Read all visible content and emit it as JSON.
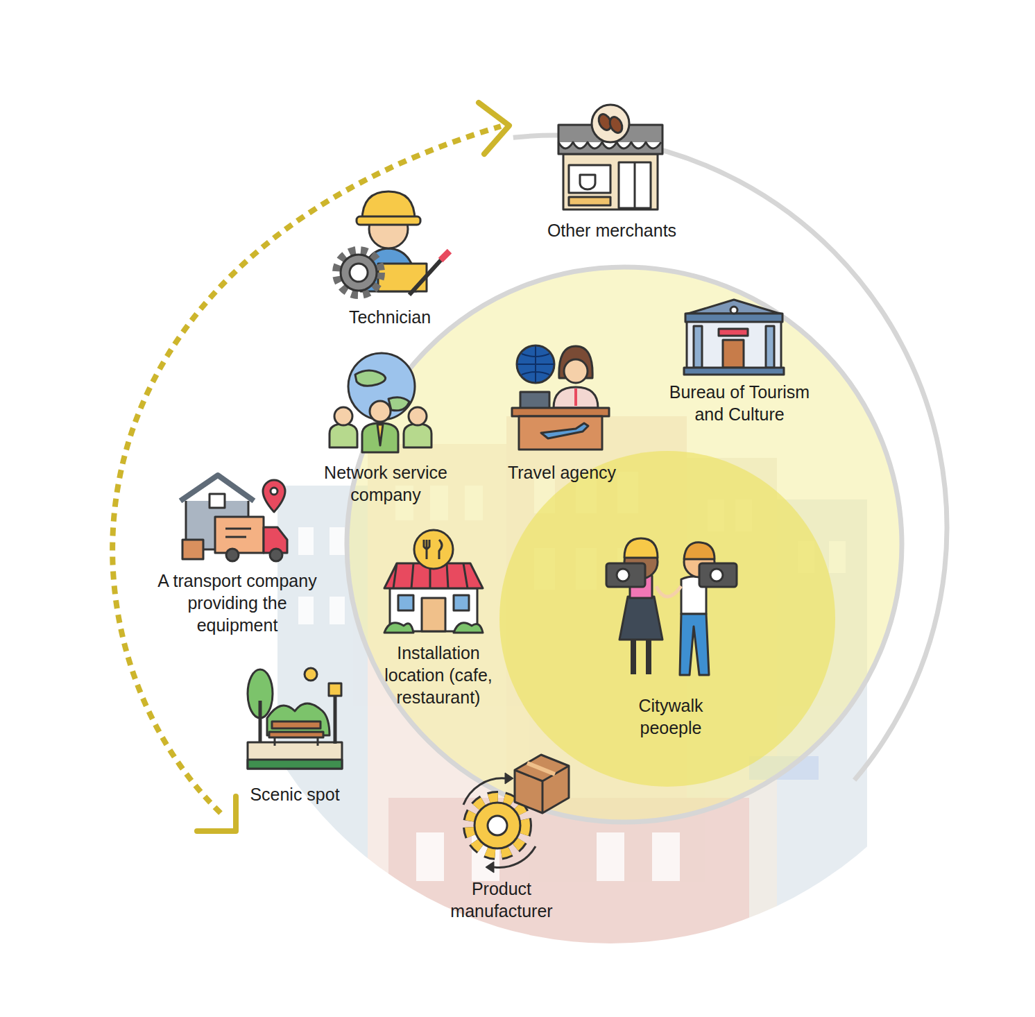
{
  "diagram": {
    "labels": [
      "Other merchants",
      "Technician",
      "Bureau of Tourism and Culture",
      "Network service company",
      "Travel agency",
      "A transport company providing the equipment",
      "Installation location (cafe, restaurant)",
      "Citywalk peoeple",
      "Scenic spot",
      "Product manufacturer"
    ]
  }
}
